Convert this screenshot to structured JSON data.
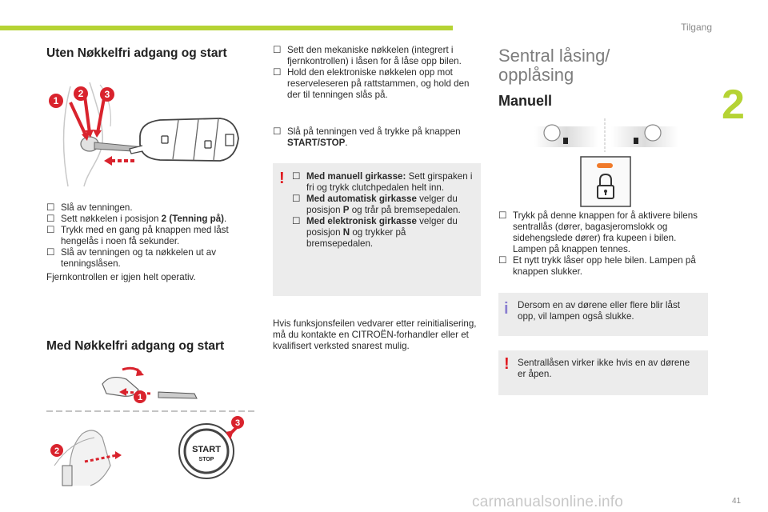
{
  "header": {
    "section_title": "Tilgang",
    "chapter_number": "2",
    "page_number": "41"
  },
  "watermark": "carmanualsonline.info",
  "left_column": {
    "heading1": "Uten Nøkkelfri adgang og start",
    "list1": [
      "Slå av tenningen.",
      "Sett nøkkelen i posisjon ",
      "Trykk med en gang på knappen med låst hengelås i noen få sekunder.",
      "Slå av tenningen og ta nøkkelen ut av tenningslåsen."
    ],
    "list1_bold": "2 (Tenning på)",
    "list1_suffix": ".",
    "para1": "Fjernkontrollen er igjen helt operativ.",
    "heading2": "Med Nøkkelfri adgang og start",
    "callouts": [
      "1",
      "2",
      "3"
    ],
    "start_button": {
      "line1": "START",
      "line2": "STOP"
    }
  },
  "middle_column": {
    "list1": [
      "Sett den mekaniske nøkkelen (integrert i fjernkontrollen) i låsen for å låse opp bilen.",
      "Hold den elektroniske nøkkelen opp mot reserveleseren på rattstammen, og hold den der til tenningen slås på."
    ],
    "list2_prefix": "Slå på tenningen ved å trykke på knappen ",
    "list2_bold": "START/STOP",
    "list2_suffix": ".",
    "warning": {
      "items": [
        {
          "bold": "Med manuell girkasse:",
          "text": " Sett girspaken i fri og trykk clutchpedalen helt inn."
        },
        {
          "bold": "Med automatisk girkasse",
          "text": " velger du posisjon "
        },
        {
          "bold": "Med elektronisk girkasse",
          "text": " velger du posisjon "
        }
      ],
      "auto_pos": "P",
      "auto_rest": " og trår på bremsepedalen.",
      "elec_pos": "N",
      "elec_rest": " og trykker på bremsepedalen."
    },
    "para": "Hvis funksjonsfeilen vedvarer etter reinitialisering, må du kontakte en CITROËN-forhandler eller et kvalifisert verksted snarest mulig."
  },
  "right_column": {
    "title_line1": "Sentral låsing/",
    "title_line2": "opplåsing",
    "subtitle": "Manuell",
    "list": [
      "Trykk på denne knappen for å aktivere bilens sentrallås (dører, bagasjeromslokk og sidehengslede dører) fra kupeen i bilen. Lampen på knappen tennes.",
      "Et nytt trykk låser opp hele bilen. Lampen på knappen slukker."
    ],
    "info": "Dersom en av dørene eller flere blir låst opp, vil lampen også slukke.",
    "warning": "Sentrallåsen virker ikke hvis en av dørene er åpen."
  },
  "icons": {
    "bullet": "checkbox-bullet-icon",
    "warning": "exclamation-icon",
    "info": "info-icon"
  },
  "colors": {
    "accent_green": "#b5d334",
    "warning_red": "#e0181e",
    "callout_red": "#d9232d",
    "info_purple": "#8b7fd0",
    "box_gray": "#ececec",
    "lamp_orange": "#f07a2a"
  }
}
